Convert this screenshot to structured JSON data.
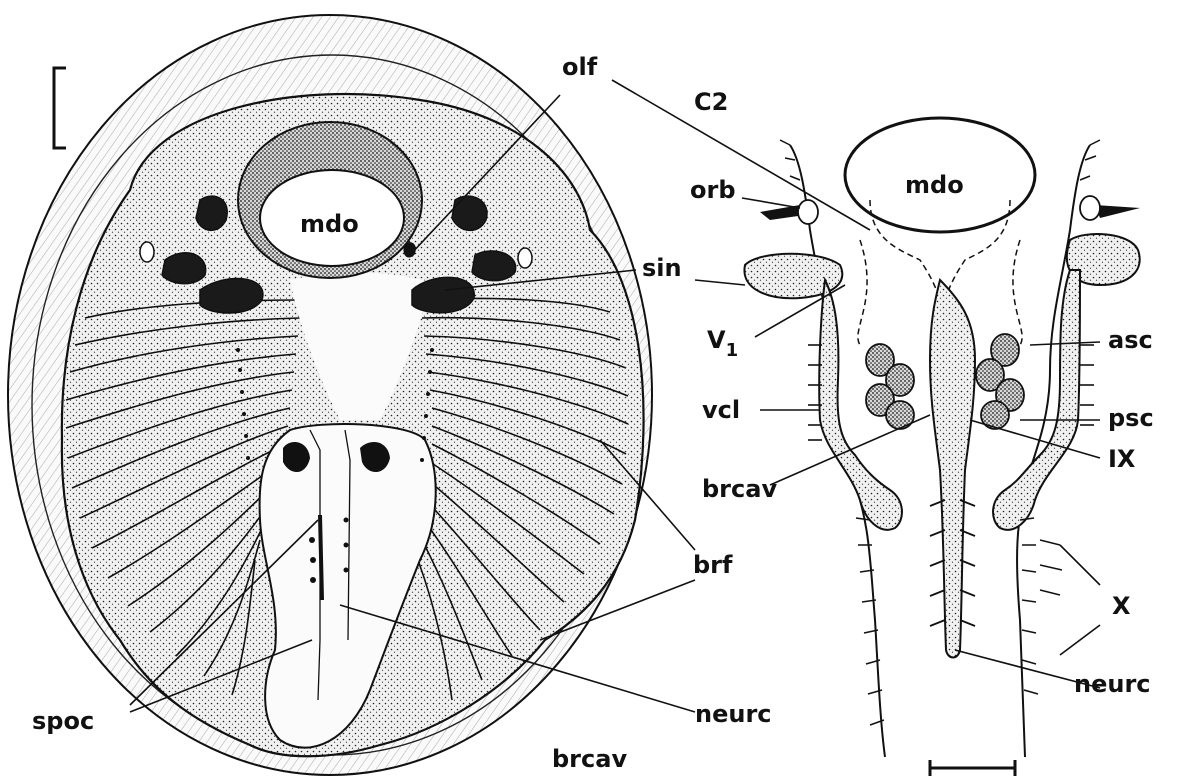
{
  "labels": {
    "olf": "olf",
    "c2": "C2",
    "mdo_left": "mdo",
    "mdo_right": "mdo",
    "orb": "orb",
    "sin": "sin",
    "v1_main": "V",
    "v1_sub": "1",
    "asc": "asc",
    "vcl": "vcl",
    "psc": "psc",
    "brcav_right": "brcav",
    "ix": "IX",
    "brf": "brf",
    "x": "X",
    "spoc": "spoc",
    "neurc_left": "neurc",
    "neurc_right": "neurc",
    "brcav_bottom": "brcav"
  },
  "colors": {
    "ink": "#111111",
    "tissue": "#f4f4f4",
    "background": "#ffffff"
  },
  "icons": {
    "left_scale_bar": "scale-bar-bracket",
    "right_scale_bar": "scale-bar-horizontal"
  }
}
